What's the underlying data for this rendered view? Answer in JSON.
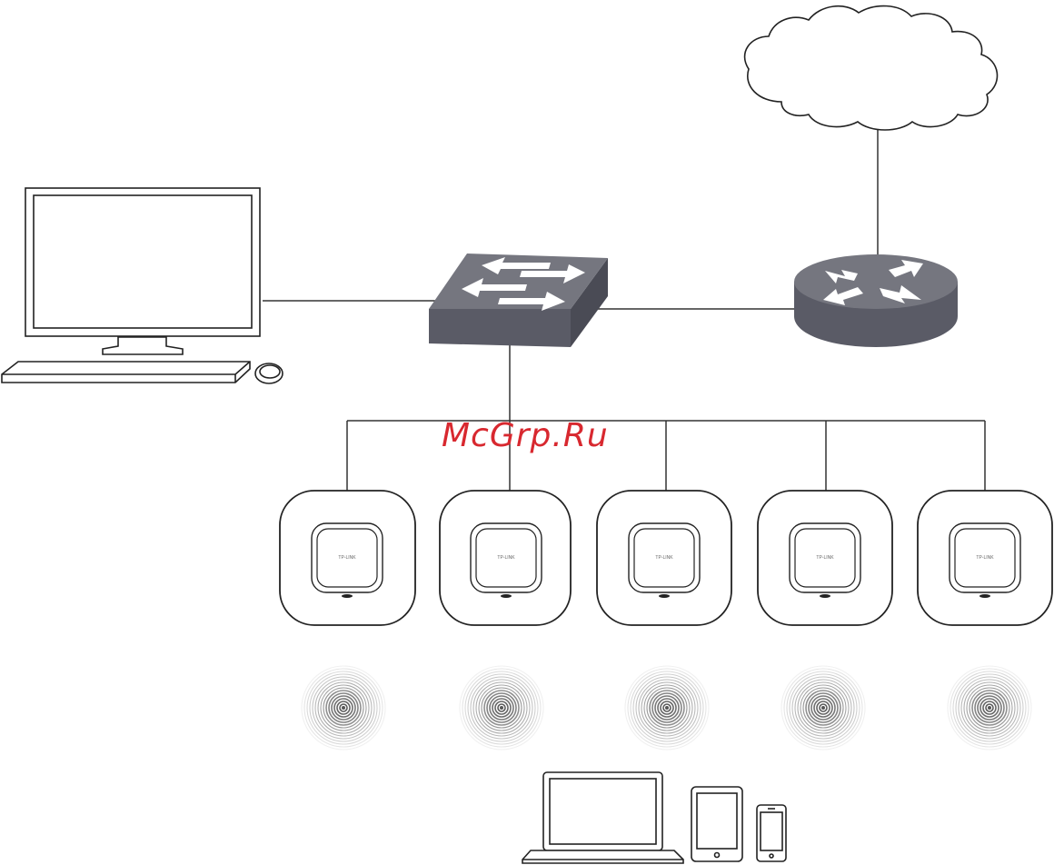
{
  "watermark": {
    "text": "McGrp.Ru"
  },
  "access_points": [
    {
      "label": "TP-LINK"
    },
    {
      "label": "TP-LINK"
    },
    {
      "label": "TP-LINK"
    },
    {
      "label": "TP-LINK"
    },
    {
      "label": "TP-LINK"
    }
  ],
  "colors": {
    "device_fill": "#5a5b66",
    "device_top": "#75767f",
    "line": "#333333",
    "watermark": "#d8282f"
  },
  "icons": [
    "cloud-icon",
    "router-icon",
    "switch-icon",
    "monitor-icon",
    "keyboard-icon",
    "mouse-icon",
    "access-point-icon",
    "wifi-signal-icon",
    "laptop-icon",
    "tablet-icon",
    "phone-icon"
  ]
}
